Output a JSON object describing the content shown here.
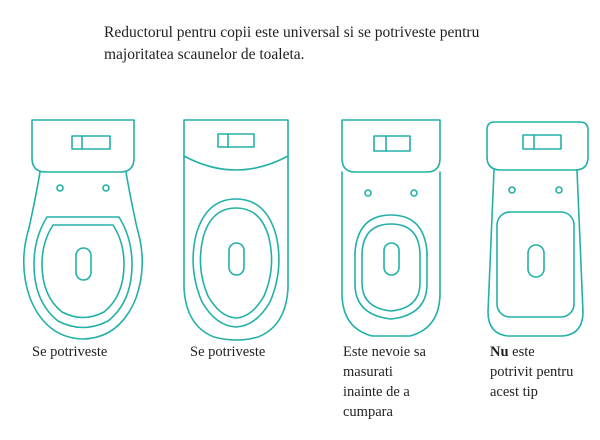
{
  "header": {
    "line1": "Reductorul pentru copii este universal si se potriveste pentru",
    "line2": "majoritatea scaunelor de toaleta."
  },
  "theme": {
    "stroke_color": "#23b0a8",
    "background_color": "#ffffff",
    "text_color": "#231f20"
  },
  "diagrams": [
    {
      "id": "toilet-round-two-piece",
      "shape_name": "round-bowl-two-piece-toilet",
      "tank_style": "rectangular-rounded-bottom",
      "seat_shape": "round",
      "has_bolt_holes": true,
      "flush_plate": "dual-flush-plate"
    },
    {
      "id": "toilet-one-piece-oval",
      "shape_name": "one-piece-elongated-toilet",
      "tank_style": "curved-bottom-skirted",
      "seat_shape": "egg-oval",
      "has_bolt_holes": false,
      "flush_plate": "dual-flush-plate"
    },
    {
      "id": "toilet-narrow-oval",
      "shape_name": "narrow-straight-sided-toilet",
      "tank_style": "rectangular-rounded-bottom",
      "seat_shape": "narrow-oval",
      "has_bolt_holes": true,
      "flush_plate": "dual-flush-plate"
    },
    {
      "id": "toilet-square",
      "shape_name": "square-bowl-toilet",
      "tank_style": "rounded-rectangular",
      "seat_shape": "square-rounded",
      "has_bolt_holes": true,
      "flush_plate": "dual-flush-plate"
    }
  ],
  "captions": [
    {
      "lines": [
        "Se potriveste"
      ],
      "emphasis": null
    },
    {
      "lines": [
        "Se potriveste"
      ],
      "emphasis": null
    },
    {
      "lines": [
        "Este nevoie sa",
        "masurati",
        "inainte de a",
        "cumpara"
      ],
      "emphasis": null
    },
    {
      "lines": [
        "Nu este",
        "potrivit pentru",
        "acest tip"
      ],
      "emphasis": "Nu"
    }
  ],
  "caption4": {
    "emph": "Nu",
    "rest_line1": " este",
    "line2": "potrivit pentru",
    "line3": "acest tip"
  }
}
